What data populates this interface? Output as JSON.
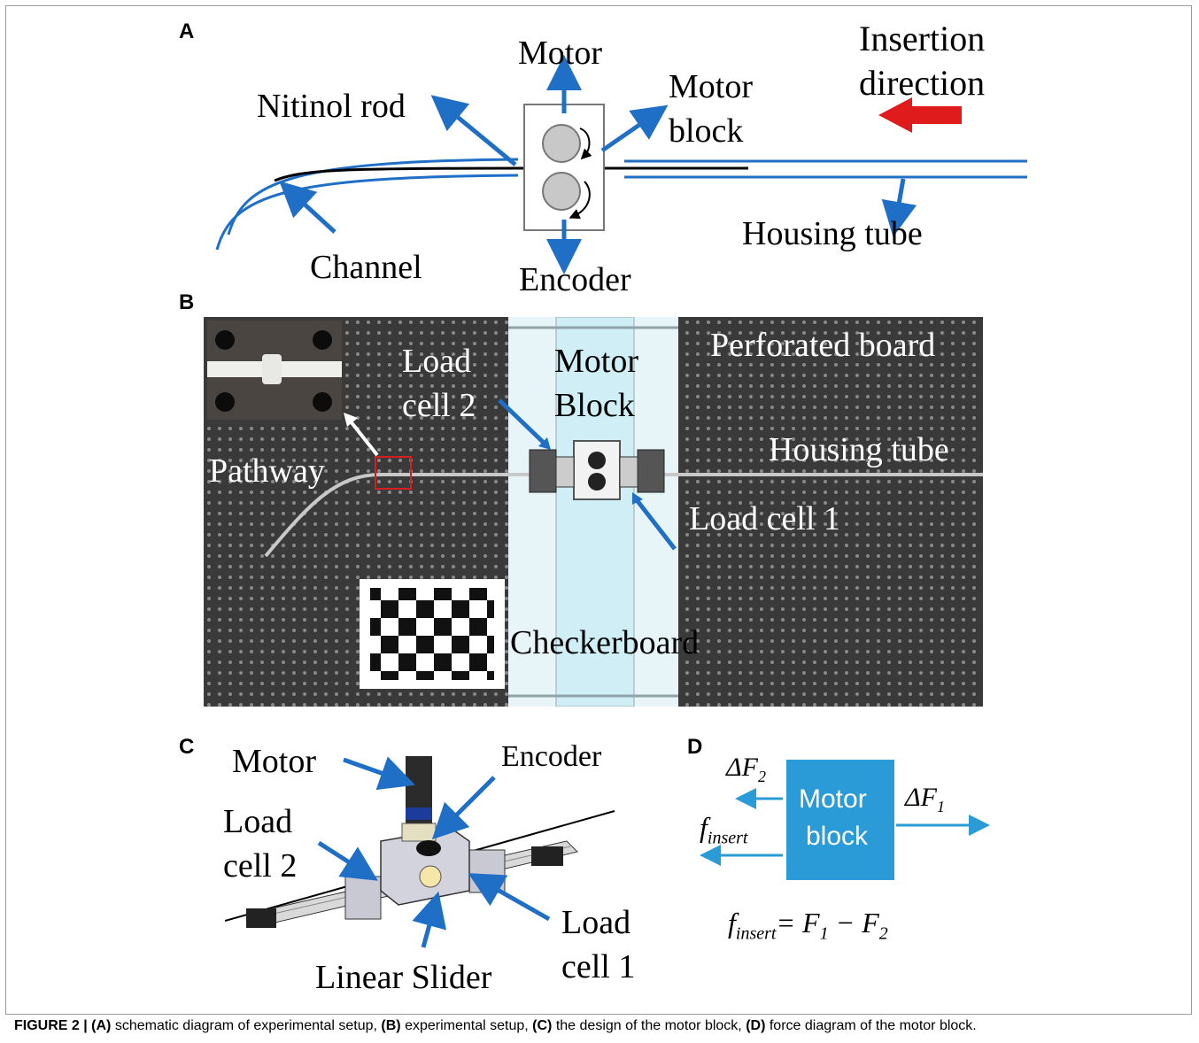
{
  "panels": {
    "a": {
      "letter": "A",
      "labels": {
        "motor": "Motor",
        "insertion_line1": "Insertion",
        "insertion_line2": "direction",
        "nitinol_rod": "Nitinol rod",
        "motor_block_line1": "Motor",
        "motor_block_line2": "block",
        "housing_tube": "Housing tube",
        "channel": "Channel",
        "encoder": "Encoder"
      },
      "colors": {
        "arrow": "#1f6fc6",
        "insertion_arrow": "#e01b1b",
        "rod": "#000000"
      }
    },
    "b": {
      "letter": "B",
      "labels": {
        "load_cell_2_line1": "Load",
        "load_cell_2_line2": "cell 2",
        "motor_block_line1": "Motor",
        "motor_block_line2": "Block",
        "perforated_board": "Perforated board",
        "housing_tube": "Housing tube",
        "pathway": "Pathway",
        "load_cell_1": "Load cell 1",
        "checkerboard": "Checkerboard"
      },
      "colors": {
        "board": "#3c3c3c",
        "track": "#d6f0f7",
        "inset_box": "#d42020"
      }
    },
    "c": {
      "letter": "C",
      "labels": {
        "motor": "Motor",
        "encoder": "Encoder",
        "load_cell_2_line1": "Load",
        "load_cell_2_line2": "cell 2",
        "load_cell_1_line1": "Load",
        "load_cell_1_line2": "cell 1",
        "linear_slider": "Linear Slider"
      }
    },
    "d": {
      "letter": "D",
      "labels": {
        "delta_f2": "ΔF",
        "delta_f2_sub": "2",
        "delta_f1": "ΔF",
        "delta_f1_sub": "1",
        "f_insert": "f",
        "f_insert_sub": "insert",
        "box_line1": "Motor",
        "box_line2": "block",
        "equation_lhs": "f",
        "equation_lhs_sub": "insert",
        "equation_rhs": "= F",
        "equation_rhs_sub1": "1",
        "equation_minus": " − F",
        "equation_rhs_sub2": "2"
      },
      "colors": {
        "box": "#2a9bd6",
        "arrow": "#2a9bd6"
      }
    }
  },
  "caption": {
    "figure_label": "FIGURE 2 |",
    "part_a": "(A)",
    "text_a": " schematic diagram of experimental setup, ",
    "part_b": "(B)",
    "text_b": " experimental setup, ",
    "part_c": "(C)",
    "text_c": " the design of the motor block, ",
    "part_d": "(D)",
    "text_d": " force diagram of the motor block."
  }
}
